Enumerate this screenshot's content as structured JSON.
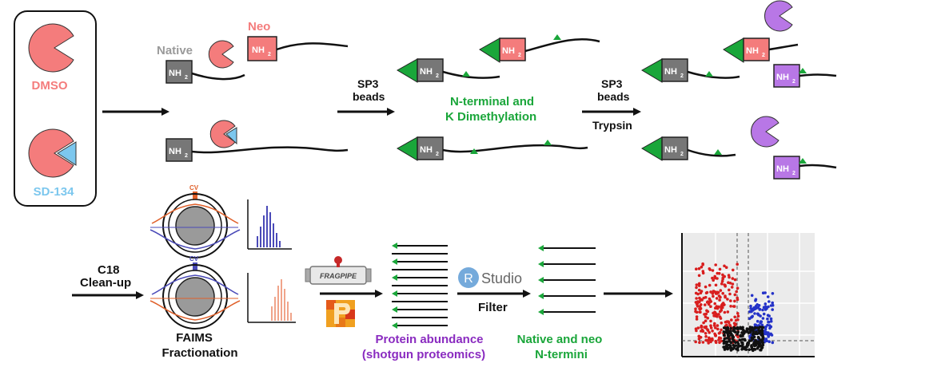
{
  "conditions": {
    "dmso": "DMSO",
    "sd134": "SD-134"
  },
  "labels": {
    "native": "Native",
    "neo": "Neo",
    "nh": "NH",
    "nh_sub": "2",
    "cv": "CV"
  },
  "steps": {
    "sp3_line1": "SP3",
    "sp3_line2": "beads",
    "dimethyl_line1": "N-terminal and",
    "dimethyl_line2": "K Dimethylation",
    "sp3b_line1": "SP3",
    "sp3b_line2": "beads",
    "trypsin": "Trypsin",
    "c18_line1": "C18",
    "c18_line2": "Clean-up",
    "faims_line1": "FAIMS",
    "faims_line2": "Fractionation",
    "fragpipe": "FRAGPIPE",
    "protein_line1": "Protein abundance",
    "protein_line2": "(shotgun proteomics)",
    "rstudio_r": "R",
    "rstudio_text": "Studio",
    "filter": "Filter",
    "termini_line1": "Native and neo",
    "termini_line2": "N-termini"
  },
  "colors": {
    "pacman": "#f47c7c",
    "drug": "#7cc7ee",
    "neo_box": "#f47c7c",
    "native_box": "#777777",
    "purple": "#b877e6",
    "green": "#1aa63a",
    "red_dots": "#d81e1e",
    "blue_dots": "#2432c8"
  }
}
